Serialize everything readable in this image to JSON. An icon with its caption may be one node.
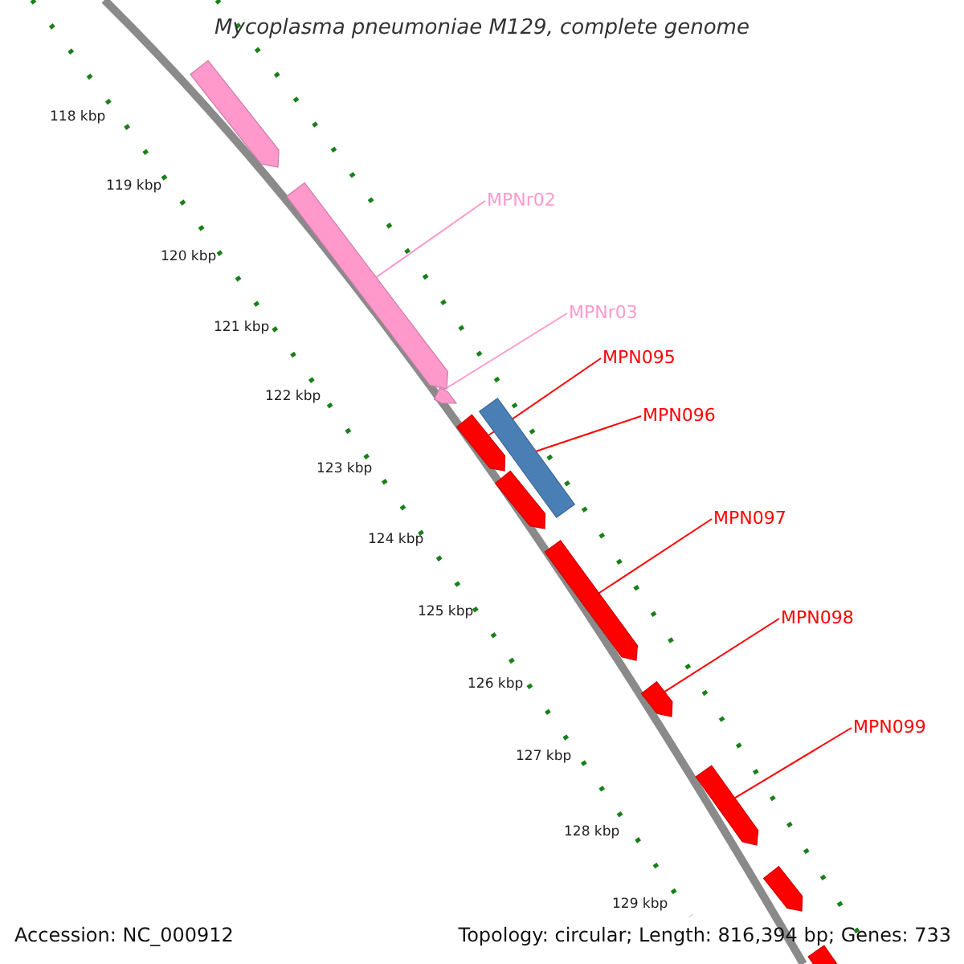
{
  "diagram": {
    "title": "Mycoplasma pneumoniae M129, complete genome",
    "nodes": [
      {
        "text": [],
        "shape": "bar"
      },
      {
        "text": [],
        "shape": "bar"
      },
      {
        "text": [],
        "shape": "bar"
      },
      {
        "text": [],
        "shape": "bar"
      },
      {
        "text": [],
        "shape": "bar"
      },
      {
        "text": [],
        "shape": "bar"
      },
      {
        "text": [],
        "shape": "bar"
      },
      {
        "text": [],
        "shape": "bar"
      },
      {
        "text": [],
        "shape": "bar"
      },
      {
        "text": [],
        "shape": "bar"
      },
      {
        "text": [],
        "shape": "bar"
      },
      {
        "text": [
          "MPNr02"
        ]
      },
      {
        "text": [
          "MPNr03"
        ]
      },
      {
        "text": [
          "MPN095"
        ]
      },
      {
        "text": [
          "MPN096"
        ]
      },
      {
        "text": [
          "MPN097"
        ]
      },
      {
        "text": [
          "MPN098"
        ]
      },
      {
        "text": [
          "MPN099"
        ]
      }
    ],
    "edges": [
      {
        "from": 11,
        "to": 1,
        "arrow": "none",
        "color": "#ff99cc"
      },
      {
        "from": 12,
        "to": 2,
        "arrow": "none",
        "color": "#ff99cc"
      },
      {
        "from": 13,
        "to": 4,
        "arrow": "none"
      },
      {
        "from": 14,
        "to": 3,
        "arrow": "none"
      },
      {
        "from": 15,
        "to": 6,
        "arrow": "none"
      },
      {
        "from": 16,
        "to": 7,
        "arrow": "none"
      },
      {
        "from": 17,
        "to": 8,
        "arrow": "none"
      }
    ],
    "labels": [
      "118 kbp",
      "119 kbp",
      "120 kbp",
      "121 kbp",
      "122 kbp",
      "123 kbp",
      "124 kbp",
      "125 kbp",
      "126 kbp",
      "127 kbp",
      "128 kbp",
      "129 kbp",
      "Accession: NC_000912",
      "Topology: circular; Length: 816,394 bp; Genes: 733"
    ]
  }
}
